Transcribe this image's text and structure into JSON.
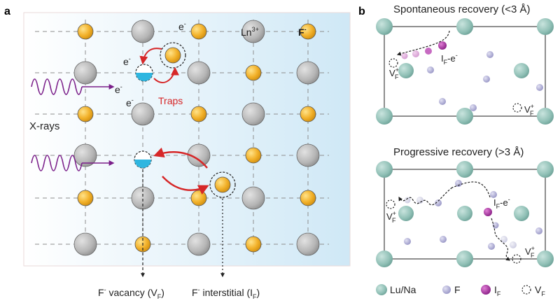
{
  "panel_a": {
    "letter": "a",
    "xrays_label": "X-rays",
    "traps_label": "Traps",
    "electron": "e",
    "electron_sup": "-",
    "ln_label": "Ln",
    "ln_sup": "3+",
    "f_label": "F",
    "f_sup": "-",
    "vacancy_label": {
      "pre": "F",
      "pre_sup": "-",
      "mid": " vacancy (V",
      "sub": "F",
      "post": ")"
    },
    "interstitial_label": {
      "pre": "F",
      "pre_sup": "-",
      "mid": " interstitial (I",
      "sub": "F",
      "post": ")"
    }
  },
  "panel_b": {
    "letter": "b",
    "top_title": "Spontaneous recovery (<3 Å)",
    "bottom_title": "Progressive recovery (>3 Å)",
    "vf": {
      "main": "V",
      "sup": "+",
      "sub": "F"
    },
    "if_e": {
      "main": "I",
      "sub": "F",
      "tail": "-e",
      "tail_sup": "-"
    },
    "legend": {
      "lu_na": "Lu/Na",
      "f": "F",
      "if_main": "I",
      "if_sub": "F",
      "vf_main": "V",
      "vf_sub": "F"
    }
  },
  "colors": {
    "gold": "#f2b12a",
    "gray": "#b9b9b9",
    "red": "#d62728",
    "purple": "#7b1f8a",
    "teal": "#8fbfb5",
    "lavender": "#a7a5cf",
    "magenta": "#a0309a",
    "vacancy_fill": "#2fb6e0"
  }
}
